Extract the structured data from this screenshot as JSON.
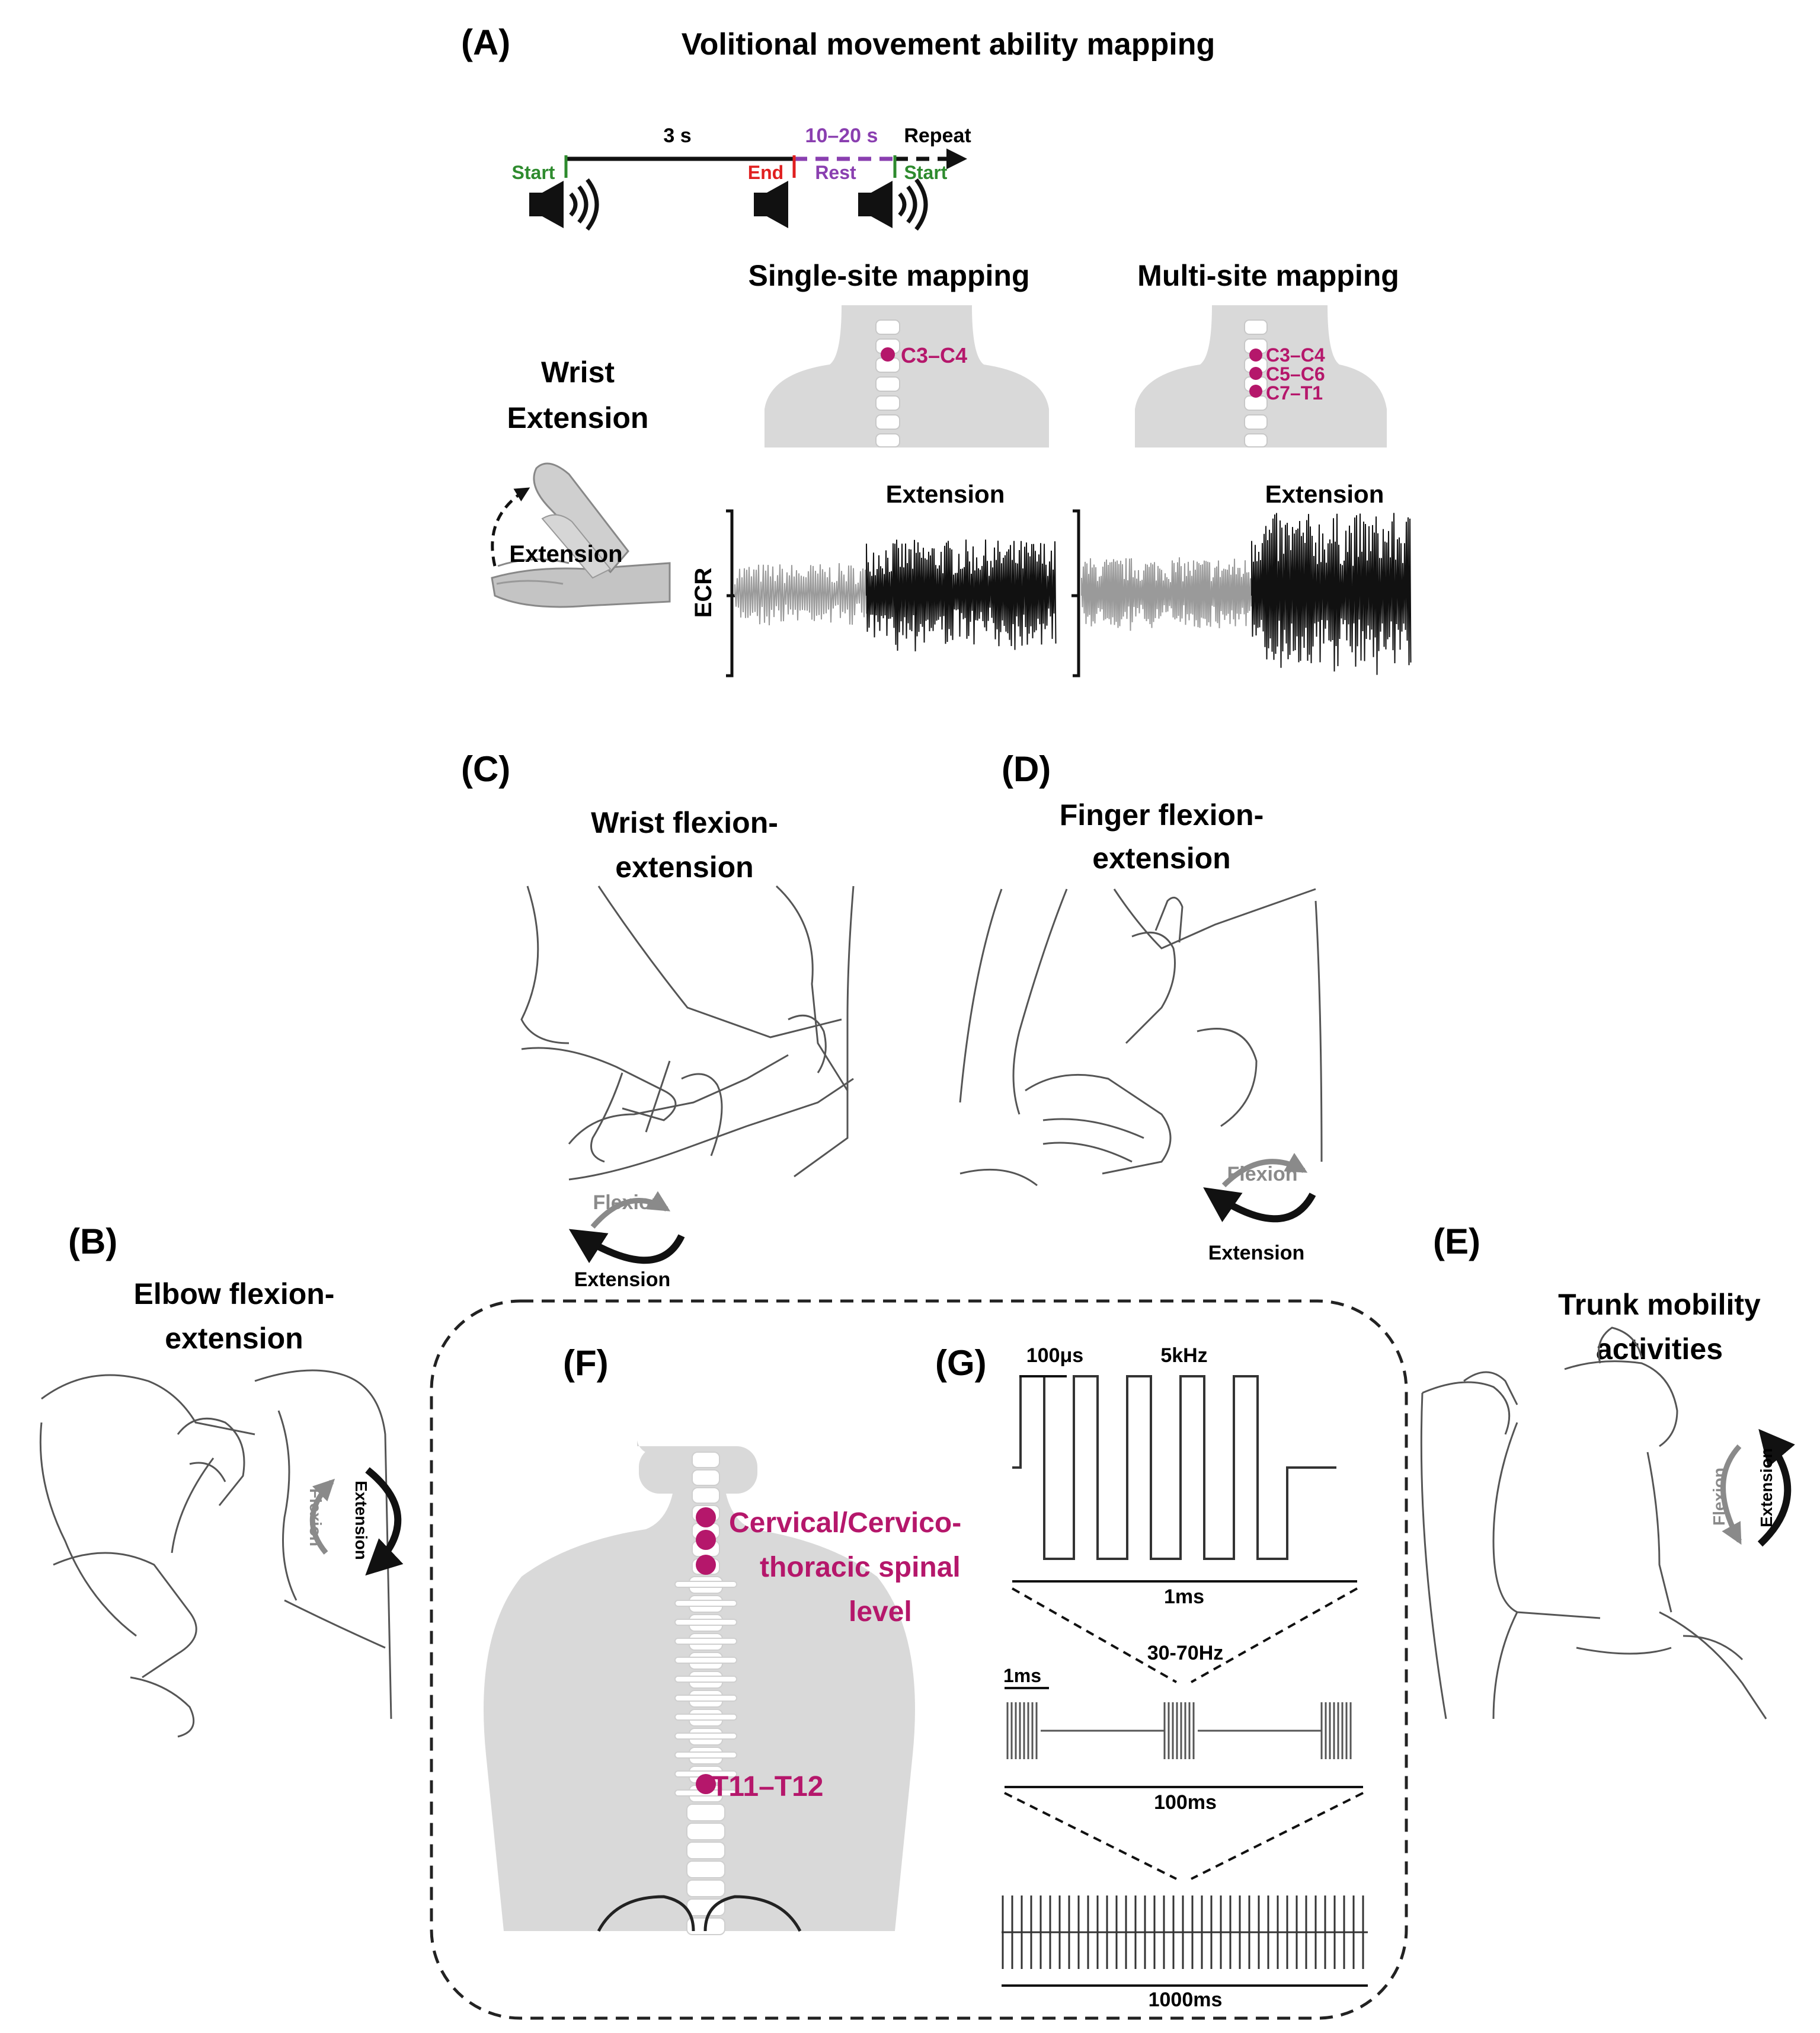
{
  "panel_a": {
    "label": "(A)",
    "title": "Volitional movement ability mapping",
    "timeline": {
      "duration_label": "3 s",
      "rest_duration_label": "10–20 s",
      "repeat_label": "Repeat",
      "start_label": "Start",
      "end_label": "End",
      "rest_label": "Rest",
      "start2_label": "Start"
    },
    "single_site": {
      "title": "Single-site mapping",
      "site": "C3–C4"
    },
    "multi_site": {
      "title": "Multi-site mapping",
      "sites": [
        "C3–C4",
        "C5–C6",
        "C7–T1"
      ]
    },
    "movement": {
      "title_line1": "Wrist",
      "title_line2": "Extension",
      "hand_label": "Extension"
    },
    "emg": {
      "muscle": "ECR",
      "single_burst_label": "Extension",
      "multi_burst_label": "Extension"
    }
  },
  "panel_b": {
    "label": "(B)",
    "title_line1": "Elbow flexion-",
    "title_line2": "extension",
    "arrow_flexion": "Flexion",
    "arrow_extension": "Extension"
  },
  "panel_c": {
    "label": "(C)",
    "title_line1": "Wrist flexion-",
    "title_line2": "extension",
    "arrow_flexion": "Flexion",
    "arrow_extension": "Extension"
  },
  "panel_d": {
    "label": "(D)",
    "title_line1": "Finger flexion-",
    "title_line2": "extension",
    "arrow_flexion": "Flexion",
    "arrow_extension": "Extension"
  },
  "panel_e": {
    "label": "(E)",
    "title_line1": "Trunk mobility",
    "title_line2": "activities",
    "arrow_flexion": "Flexion",
    "arrow_extension": "Extension"
  },
  "panel_f": {
    "label": "(F)",
    "cervical_line1": "Cervical/Cervico-",
    "cervical_line2": "thoracic spinal",
    "cervical_line3": "level",
    "lumbar_label": "T11–T12"
  },
  "panel_g": {
    "label": "(G)",
    "pulse_width_label": "100μs",
    "carrier_label": "5kHz",
    "scale1_label": "1ms",
    "burst_freq_label": "30-70Hz",
    "burst_width_label": "1ms",
    "scale2_label": "100ms",
    "scale3_label": "1000ms"
  },
  "colors": {
    "accent_magenta": "#b5176b",
    "start_green": "#2e8b2e",
    "end_red": "#e02020",
    "rest_purple": "#8a3fb0",
    "body_gray": "#d9d9d9",
    "emg_gray": "#9a9a9a",
    "emg_black": "#111111"
  }
}
